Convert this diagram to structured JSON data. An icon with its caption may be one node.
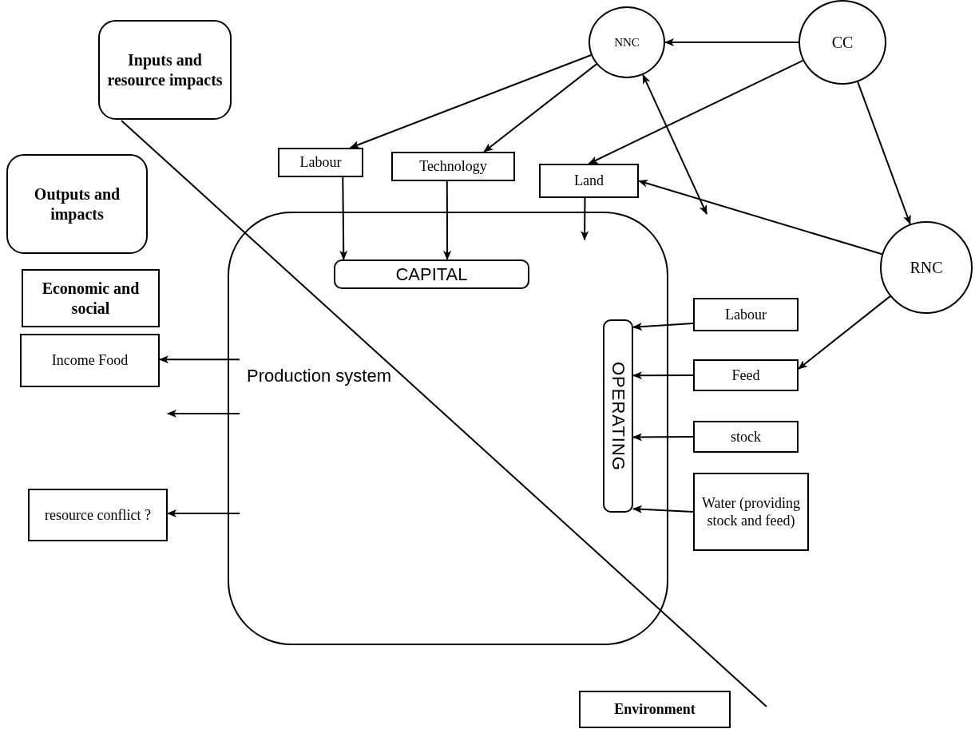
{
  "diagram": {
    "nodes": [
      {
        "text": [
          "Inputs and resource impacts"
        ]
      },
      {
        "text": [
          "NNC"
        ]
      },
      {
        "text": [
          "CC"
        ]
      },
      {
        "text": [
          "Outputs and impacts"
        ]
      },
      {
        "text": [
          "Labour"
        ]
      },
      {
        "text": [
          "Technology"
        ]
      },
      {
        "text": [
          "Land"
        ]
      },
      {
        "text": [
          "Production system"
        ]
      },
      {
        "text": [
          "CAPITAL"
        ],
        "in": 7
      },
      {
        "text": [
          "OPERATING"
        ],
        "in": 7
      },
      {
        "text": [
          "RNC"
        ]
      },
      {
        "text": [
          "Economic and social"
        ]
      },
      {
        "text": [
          "Income Food"
        ]
      },
      {
        "text": [
          "Labour"
        ]
      },
      {
        "text": [
          "Feed"
        ]
      },
      {
        "text": [
          "stock"
        ]
      },
      {
        "text": [
          "Water (providing stock and feed)"
        ]
      },
      {
        "text": [
          "resource conflict ?"
        ]
      },
      {
        "text": [
          "Environment"
        ]
      }
    ],
    "edges": [
      {
        "from": 1,
        "to": 4,
        "arrow": "to"
      },
      {
        "from": 1,
        "to": 5,
        "arrow": "to"
      },
      {
        "from": 2,
        "to": 1,
        "arrow": "to"
      },
      {
        "from": 2,
        "to": 6,
        "arrow": "to"
      },
      {
        "from": 2,
        "to": 10,
        "arrow": "to"
      },
      {
        "from": 1,
        "to": null,
        "arrow": "both"
      },
      {
        "from": 10,
        "to": 6,
        "arrow": "to"
      },
      {
        "from": 10,
        "to": 14,
        "arrow": "to"
      },
      {
        "from": 4,
        "to": 8,
        "arrow": "to"
      },
      {
        "from": 5,
        "to": 8,
        "arrow": "to"
      },
      {
        "from": 6,
        "to": 7,
        "arrow": "to"
      },
      {
        "from": 13,
        "to": 9,
        "arrow": "to"
      },
      {
        "from": 14,
        "to": 9,
        "arrow": "to"
      },
      {
        "from": 15,
        "to": 9,
        "arrow": "to"
      },
      {
        "from": 16,
        "to": 9,
        "arrow": "to"
      },
      {
        "from": 7,
        "to": 12,
        "arrow": "to"
      },
      {
        "from": 7,
        "to": null,
        "arrow": "to"
      },
      {
        "from": 7,
        "to": 17,
        "arrow": "to"
      }
    ]
  }
}
